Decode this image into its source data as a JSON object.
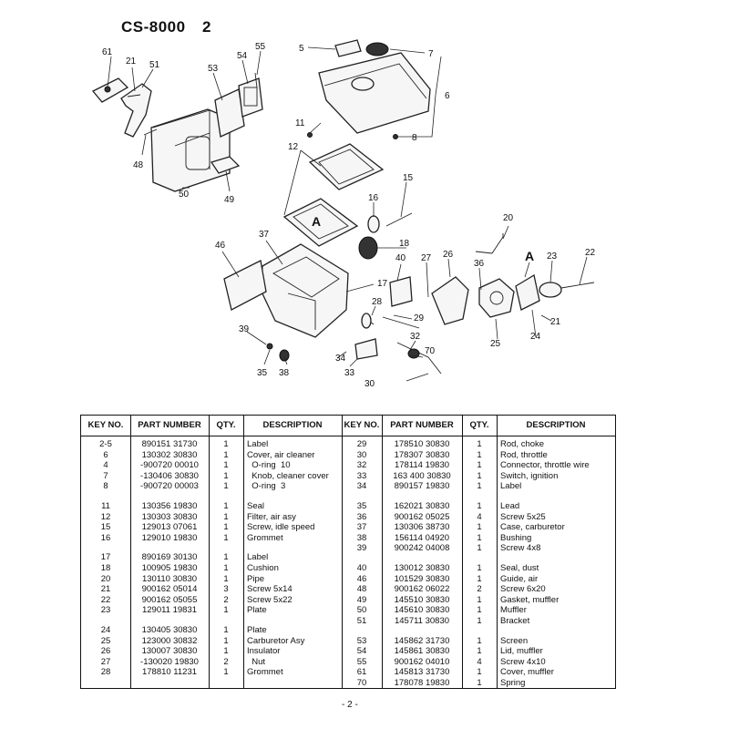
{
  "title": "CS-8000",
  "page_label": "2",
  "footer": "- 2 -",
  "callouts": [
    "61",
    "21",
    "51",
    "53",
    "54",
    "55",
    "5",
    "7",
    "6",
    "8",
    "11",
    "48",
    "50",
    "49",
    "12",
    "A",
    "15",
    "16",
    "18",
    "37",
    "46",
    "17",
    "40",
    "27",
    "26",
    "36",
    "20",
    "23",
    "22",
    "A",
    "28",
    "29",
    "21",
    "39",
    "35",
    "38",
    "34",
    "33",
    "32",
    "70",
    "25",
    "24",
    "30"
  ],
  "table_headers": [
    "KEY NO.",
    "PART NUMBER",
    "QTY.",
    "DESCRIPTION",
    "KEY NO.",
    "PART NUMBER",
    "QTY.",
    "DESCRIPTION"
  ],
  "left_groups": [
    [
      [
        "2-5",
        "890151 31730",
        "1",
        "Label"
      ],
      [
        "6",
        "130302 30830",
        "1",
        "Cover, air cleaner"
      ],
      [
        "4",
        "-900720 00010",
        "1",
        "  O-ring  10"
      ],
      [
        "7",
        "-130406 30830",
        "1",
        "  Knob, cleaner cover"
      ],
      [
        "8",
        "-900720 00003",
        "1",
        "  O-ring  3"
      ]
    ],
    [
      [
        "11",
        "130356 19830",
        "1",
        "Seal"
      ],
      [
        "12",
        "130303 30830",
        "1",
        "Filter, air asy"
      ],
      [
        "15",
        "129013 07061",
        "1",
        "Screw, idle speed"
      ],
      [
        "16",
        "129010 19830",
        "1",
        "Grommet"
      ]
    ],
    [
      [
        "17",
        "890169 30130",
        "1",
        "Label"
      ],
      [
        "18",
        "100905 19830",
        "1",
        "Cushion"
      ],
      [
        "20",
        "130110 30830",
        "1",
        "Pipe"
      ],
      [
        "21",
        "900162 05014",
        "3",
        "Screw 5x14"
      ],
      [
        "22",
        "900162 05055",
        "2",
        "Screw 5x22"
      ],
      [
        "23",
        "129011 19831",
        "1",
        "Plate"
      ]
    ],
    [
      [
        "24",
        "130405 30830",
        "1",
        "Plate"
      ],
      [
        "25",
        "123000 30832",
        "1",
        "Carburetor Asy"
      ],
      [
        "26",
        "130007 30830",
        "1",
        "Insulator"
      ],
      [
        "27",
        "-130020 19830",
        "2",
        "  Nut"
      ],
      [
        "28",
        "178810 11231",
        "1",
        "Grommet"
      ]
    ]
  ],
  "right_groups": [
    [
      [
        "29",
        "178510 30830",
        "1",
        "Rod, choke"
      ],
      [
        "30",
        "178307 30830",
        "1",
        "Rod, throttle"
      ],
      [
        "32",
        "178114 19830",
        "1",
        "Connector, throttle wire"
      ],
      [
        "33",
        "163 400 30830",
        "1",
        "Switch, ignition"
      ],
      [
        "34",
        "890157 19830",
        "1",
        "Label"
      ]
    ],
    [
      [
        "35",
        "162021 30830",
        "1",
        "Lead"
      ],
      [
        "36",
        "900162 05025",
        "4",
        "Screw 5x25"
      ],
      [
        "37",
        "130306 38730",
        "1",
        "Case, carburetor"
      ],
      [
        "38",
        "156114 04920",
        "1",
        "Bushing"
      ],
      [
        "39",
        "900242 04008",
        "1",
        "Screw 4x8"
      ]
    ],
    [
      [
        "40",
        "130012 30830",
        "1",
        "Seal, dust"
      ],
      [
        "46",
        "101529 30830",
        "1",
        "Guide, air"
      ],
      [
        "48",
        "900162 06022",
        "2",
        "Screw 6x20"
      ],
      [
        "49",
        "145510 30830",
        "1",
        "Gasket, muffler"
      ],
      [
        "50",
        "145610 30830",
        "1",
        "Muffler"
      ],
      [
        "51",
        "145711 30830",
        "1",
        "Bracket"
      ]
    ],
    [
      [
        "53",
        "145862 31730",
        "1",
        "Screen"
      ],
      [
        "54",
        "145861 30830",
        "1",
        "Lid, muffler"
      ],
      [
        "55",
        "900162 04010",
        "4",
        "Screw 4x10"
      ],
      [
        "61",
        "145813 31730",
        "1",
        "Cover, muffler"
      ],
      [
        "70",
        "178078 19830",
        "1",
        "Spring"
      ]
    ]
  ]
}
